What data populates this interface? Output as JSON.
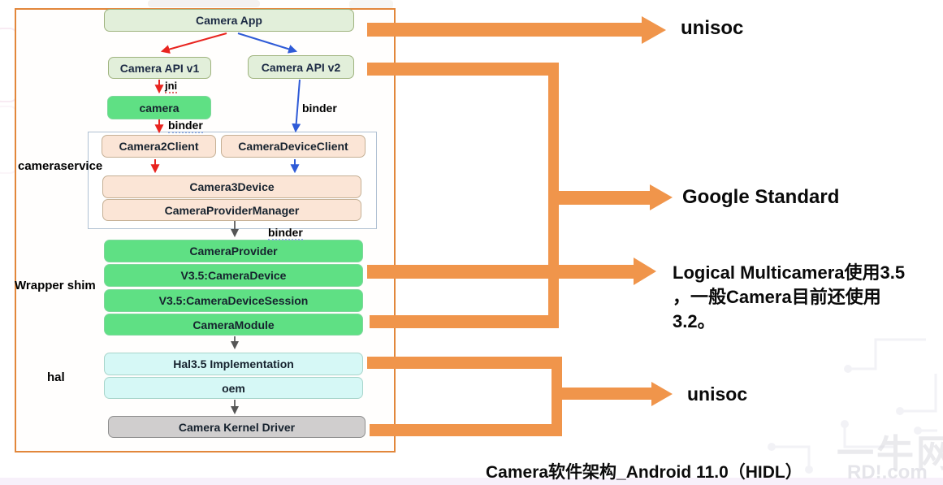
{
  "title": "Camera软件架构_Android 11.0（HIDL）",
  "boxes": {
    "camera_app": "Camera App",
    "api_v1": "Camera API v1",
    "api_v2": "Camera API v2",
    "camera": "camera",
    "camera2client": "Camera2Client",
    "cameradeviceclient": "CameraDeviceClient",
    "camera3device": "Camera3Device",
    "cameraprovidermanager": "CameraProviderManager",
    "cameraprovider": "CameraProvider",
    "v35_cameradevice": "V3.5:CameraDevice",
    "v35_cameradevicesession": "V3.5:CameraDeviceSession",
    "cameramodule": "CameraModule",
    "hal35_implementation": "Hal3.5 Implementation",
    "oem": "oem",
    "camera_kernel_driver": "Camera Kernel Driver"
  },
  "groups": {
    "cameraservice": "cameraservice",
    "wrapper_shim": "Wrapper shim",
    "hal": "hal"
  },
  "edges": {
    "jni": "jni",
    "binder_camera": "binder",
    "binder_api_v2": "binder",
    "binder_provider": "binder"
  },
  "callouts": {
    "top_unisoc": "unisoc",
    "google_standard": "Google Standard",
    "multicamera_line1": "Logical Multicamera使用3.5",
    "multicamera_line2": "，一般Camera目前还使用",
    "multicamera_line3": "3.2。",
    "bottom_unisoc": "unisoc"
  },
  "watermark": {
    "brand": "一牛网",
    "domain": "RD!.com"
  },
  "colors": {
    "connector_orange": "#F0954B",
    "panel_border_orange": "#E2873B",
    "light_green_fill": "#E2EFDA",
    "bright_green_fill": "#5FE084",
    "peach_fill": "#FBE5D6",
    "cyan_fill": "#D6F8F6",
    "gray_fill": "#D0CECE",
    "arrow_red": "#E8241F",
    "arrow_blue": "#2F5BD7",
    "arrow_gray": "#555555"
  }
}
